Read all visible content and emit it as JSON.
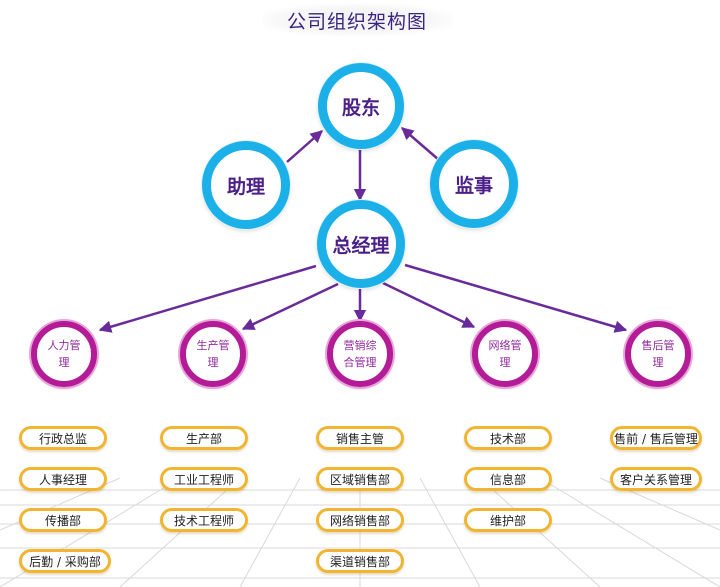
{
  "title": "公司组织架构图",
  "colors": {
    "arrow": "#6a2b9a",
    "top_ring": "#1bb1e8",
    "manager_ring": "#b41b96",
    "dept_border": "#f2b531",
    "text_dark": "#4b1f88"
  },
  "top_nodes": {
    "shareholders": "股东",
    "assistant": "助理",
    "supervisor": "监事",
    "general_manager": "总经理"
  },
  "managers": [
    {
      "label": "人力管\n理",
      "departments": [
        "行政总监",
        "人事经理",
        "传播部",
        "后勤 / 采购部"
      ]
    },
    {
      "label": "生产管\n理",
      "departments": [
        "生产部",
        "工业工程师",
        "技术工程师"
      ]
    },
    {
      "label": "营销综\n合管理",
      "departments": [
        "销售主管",
        "区域销售部",
        "网络销售部",
        "渠道销售部"
      ]
    },
    {
      "label": "网络管\n理",
      "departments": [
        "技术部",
        "信息部",
        "维护部"
      ]
    },
    {
      "label": "售后管\n理",
      "departments": [
        "售前 / 售后管理",
        "客户关系管理"
      ]
    }
  ]
}
